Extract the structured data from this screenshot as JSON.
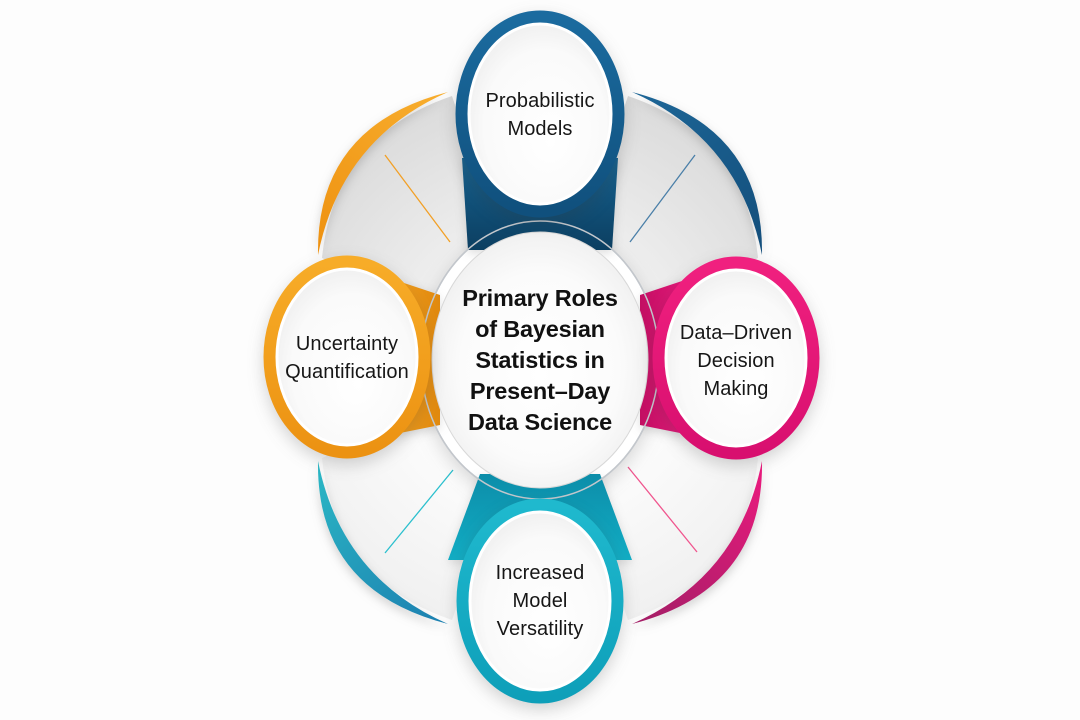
{
  "figure": {
    "center": {
      "title": "Primary Roles\nof Bayesian\nStatistics in\nPresent–Day\nData Science"
    },
    "nodes": {
      "top": {
        "label": "Probabilistic\nModels",
        "color": "#15618F"
      },
      "left": {
        "label": "Uncertainty\nQuantification",
        "color": "#F5A21F"
      },
      "right": {
        "label": "Data–Driven\nDecision\nMaking",
        "color": "#E9187C"
      },
      "bottom": {
        "label": "Increased\nModel\nVersatility",
        "color": "#14AEC5"
      }
    },
    "palette": {
      "blue": "#15618F",
      "orange": "#F5A21F",
      "pink": "#E9187C",
      "teal": "#14AEC5",
      "wedge_gray_top": "#DBDBDB",
      "wedge_gray_bottom": "#F2F2F2",
      "background": "#FDFDFD",
      "text": "#161616"
    }
  }
}
